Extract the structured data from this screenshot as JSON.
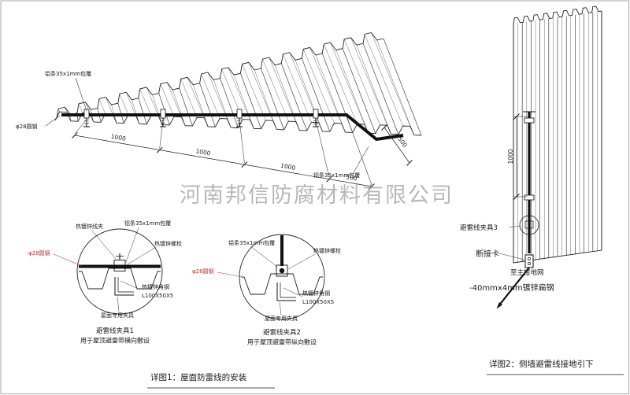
{
  "watermark": "河南邦信防腐材料有限公司",
  "colors": {
    "line": "#1a1a1a",
    "red_label": "#c03030",
    "watermark": "#8a8a8a"
  },
  "main": {
    "label_al_strip_top": "铝条35x1mm包覆",
    "label_round_steel": "φ28圆钢",
    "label_al_strip_right": "铝条35x1mm包覆",
    "dims": [
      "1000",
      "1000",
      "1000",
      "500"
    ],
    "dim_slope": "500",
    "caption": "详图1：屋面防雷线的安装"
  },
  "detail1": {
    "title": "避雷线夹具1",
    "subtitle": "用于屋顶避雷带横向敷设",
    "labels": {
      "clip": "热镀锌线夹",
      "al_strip": "铝条35x1mm包覆",
      "bolt": "热镀锌螺栓",
      "round_steel": "φ28圆钢",
      "angle_steel": "热镀锌角钢",
      "angle_spec": "L100X50X5",
      "roof_clamp": "屋面专用夹具"
    }
  },
  "detail2": {
    "title": "避雷线夹具2",
    "subtitle": "用于屋顶避雷带纵向敷设",
    "labels": {
      "al_strip": "铝条35x1mm包覆",
      "bolt": "热镀锌螺栓",
      "round_steel": "φ28圆钢",
      "angle_steel": "热镀锌角钢",
      "angle_spec": "L100X50X5",
      "roof_clamp": "屋面专用夹具"
    }
  },
  "wall": {
    "label_clamp3": "避雷线夹具3",
    "label_disconnect": "断接卡",
    "label_to_ground": "至主接地网",
    "label_flat_steel": "-40mmx4mm镀锌扁钢",
    "dim_height": "1000",
    "caption": "详图2：侧墙避雷线接地引下"
  }
}
